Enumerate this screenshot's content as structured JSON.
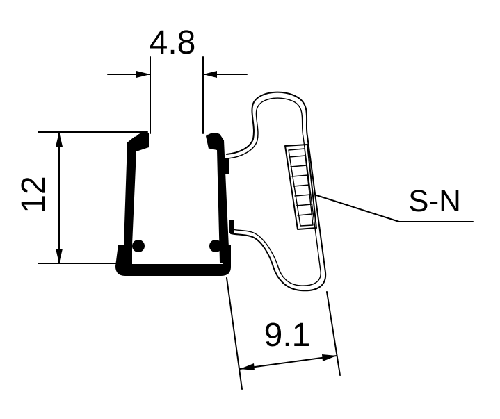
{
  "dimensions": {
    "top_width": "4.8",
    "height": "12",
    "side_width": "9.1"
  },
  "callout": {
    "label": "S-N"
  },
  "colors": {
    "line": "#000000",
    "background": "#ffffff"
  }
}
